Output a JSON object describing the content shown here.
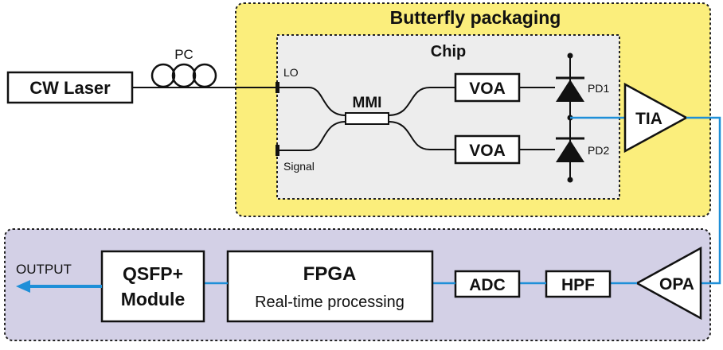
{
  "groups": {
    "butterfly": "Butterfly packaging",
    "chip": "Chip"
  },
  "blocks": {
    "laser": "CW Laser",
    "pc": "PC",
    "mmi": "MMI",
    "voa1": "VOA",
    "voa2": "VOA",
    "tia": "TIA",
    "opa": "OPA",
    "hpf": "HPF",
    "adc": "ADC",
    "fpga_title": "FPGA",
    "fpga_sub": "Real-time processing",
    "qsfp_line1": "QSFP+",
    "qsfp_line2": "Module",
    "output": "OUTPUT"
  },
  "ports": {
    "lo": "LO",
    "signal": "Signal",
    "pd1": "PD1",
    "pd2": "PD2"
  },
  "colors": {
    "butterfly_fill": "#fbee7c",
    "chip_fill": "#ededed",
    "lower_fill": "#d3d0e6",
    "electrical_line": "#1e8fd8",
    "black": "#111111"
  }
}
